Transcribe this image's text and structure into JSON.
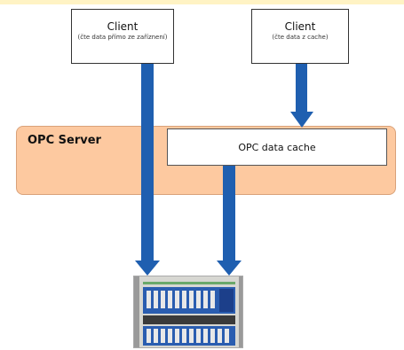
{
  "clients": [
    {
      "title": "Client",
      "subtitle": "(čte data přímo ze zaříznení)"
    },
    {
      "title": "Client",
      "subtitle": "(čte data z cache)"
    }
  ],
  "server": {
    "title": "OPC Server"
  },
  "cache": {
    "label": "OPC data cache"
  },
  "colors": {
    "arrow": "#1f5fb0",
    "server_panel": "#fdc9a0",
    "top_band": "#fff3c4"
  }
}
